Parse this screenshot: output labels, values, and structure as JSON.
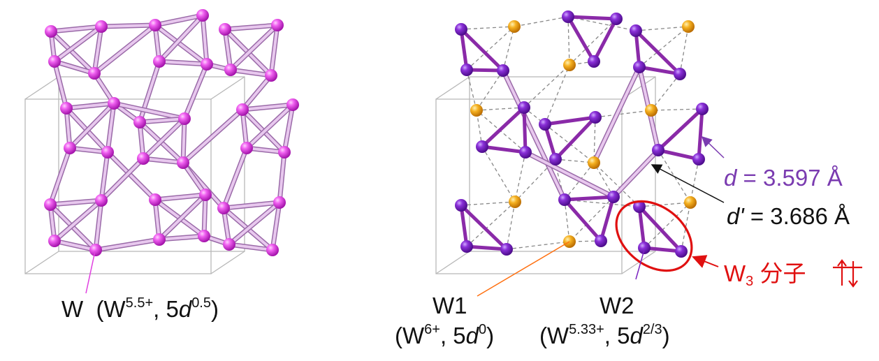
{
  "colors": {
    "w_mixed": "#e044e0",
    "w2_purple": "#7a22c0",
    "w1_orange": "#f0a010",
    "bond_pink": "#cfa0d8",
    "w3_bond": "#8a2aa8",
    "dashed": "#888888",
    "cell_box": "#b8b8b8",
    "highlight_red": "#e01010",
    "d_label": "#7a3bb0"
  },
  "icons": {
    "spin_pair": "up-down-arrows-icon"
  },
  "left_label": {
    "element": "W",
    "paren_open": "(W",
    "ox_sup": "5.5+",
    "mid": ", 5",
    "d_it": "d",
    "el_sup": "0.5",
    "paren_close": ")"
  },
  "w1_label": {
    "name": "W1",
    "paren_open": "(W",
    "ox_sup": "6+",
    "mid": ", 5",
    "d_it": "d",
    "el_sup": "0",
    "paren_close": ")"
  },
  "w2_label": {
    "name": "W2",
    "paren_open": "(W",
    "ox_sup": "5.33+",
    "mid": ", 5",
    "d_it": "d",
    "el_sup": "2/3",
    "paren_close": ")"
  },
  "d_label": {
    "symbol": "d",
    "value": " = 3.597 Å"
  },
  "dprime_label": {
    "symbol": "d'",
    "value": " = 3.686 Å"
  },
  "w3_label": {
    "prefix": "W",
    "sub": "3",
    "suffix": " 分子"
  }
}
